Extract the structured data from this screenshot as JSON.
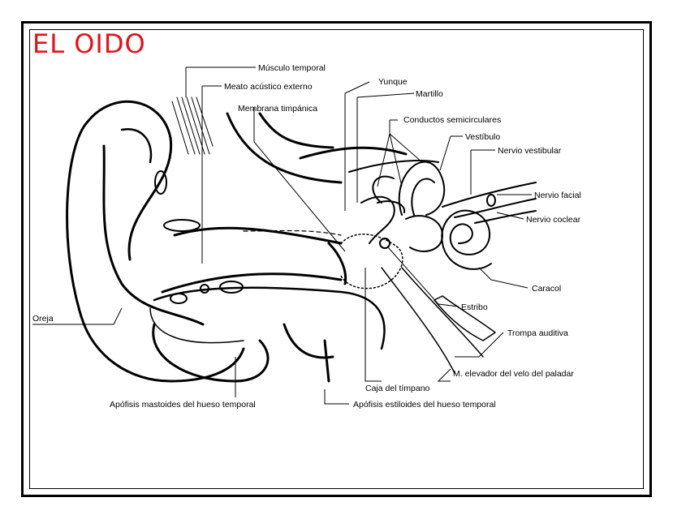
{
  "title": "EL OIDO",
  "title_color": "#e0141c",
  "labels": {
    "musculo_temporal": "Músculo temporal",
    "meato": "Meato acústico externo",
    "yunque": "Yunque",
    "martillo": "Martillo",
    "membrana": "Membrana timpánica",
    "conductos": "Conductos semicirculares",
    "vestibulo": "Vestíbulo",
    "nervio_vestibular": "Nervio vestibular",
    "nervio_facial": "Nervio facial",
    "nervio_coclear": "Nervio coclear",
    "oreja": "Oreja",
    "caracol": "Caracol",
    "estribo": "Estribo",
    "trompa": "Trompa auditiva",
    "elevador": "M. elevador del velo del paladar",
    "caja": "Caja del tímpano",
    "mastoides": "Apófisis mastoides del hueso temporal",
    "estiloides": "Apófisis estiloides del hueso temporal"
  }
}
